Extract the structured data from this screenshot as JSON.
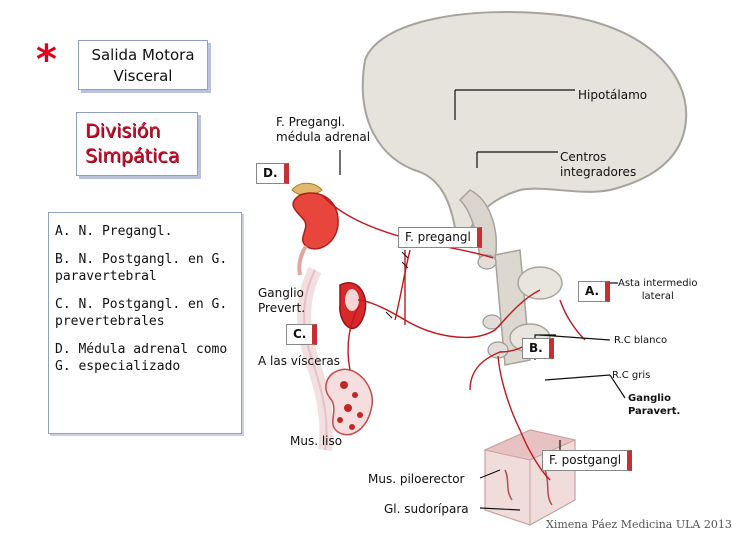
{
  "star": "*",
  "title": [
    "Salida Motora",
    "Visceral"
  ],
  "division": [
    "División",
    "Simpática"
  ],
  "list": [
    {
      "key": "A.",
      "text": "N. Pregangl."
    },
    {
      "key": "B.",
      "text": "N. Postgangl. en G. paravertebral"
    },
    {
      "key": "C.",
      "text": "N. Postgangl. en G. prevertebrales"
    },
    {
      "key": "D.",
      "text": "Médula adrenal como G. especializado"
    }
  ],
  "labels": {
    "hipotalamo": "Hipotálamo",
    "f_pregangl_medula": [
      "F. Pregangl.",
      "médula adrenal"
    ],
    "centros": [
      "Centros",
      "integradores"
    ],
    "d": "D.",
    "f_pregangl": "F. pregangl",
    "a": "A.",
    "asta": [
      "Asta intermedio",
      "lateral"
    ],
    "ganglio_prevert": [
      "Ganglio",
      "Prevert."
    ],
    "c": "C.",
    "a_las_visceras": "A las vísceras",
    "b": "B.",
    "rc_blanco": "R.C blanco",
    "rc_gris": "R.C gris",
    "ganglio_paravert": [
      "Ganglio",
      "Paravert."
    ],
    "mus_liso": "Mus. liso",
    "f_postgangl": "F. postgangl",
    "mus_piloerector": "Mus. piloerector",
    "gl_sudoripara": "Gl. sudorípara"
  },
  "credit": "Ximena Páez Medicina ULA 2013",
  "colors": {
    "accent": "#c8102e",
    "nerve": "#c0181c",
    "tissue": "#d4cfc8"
  }
}
